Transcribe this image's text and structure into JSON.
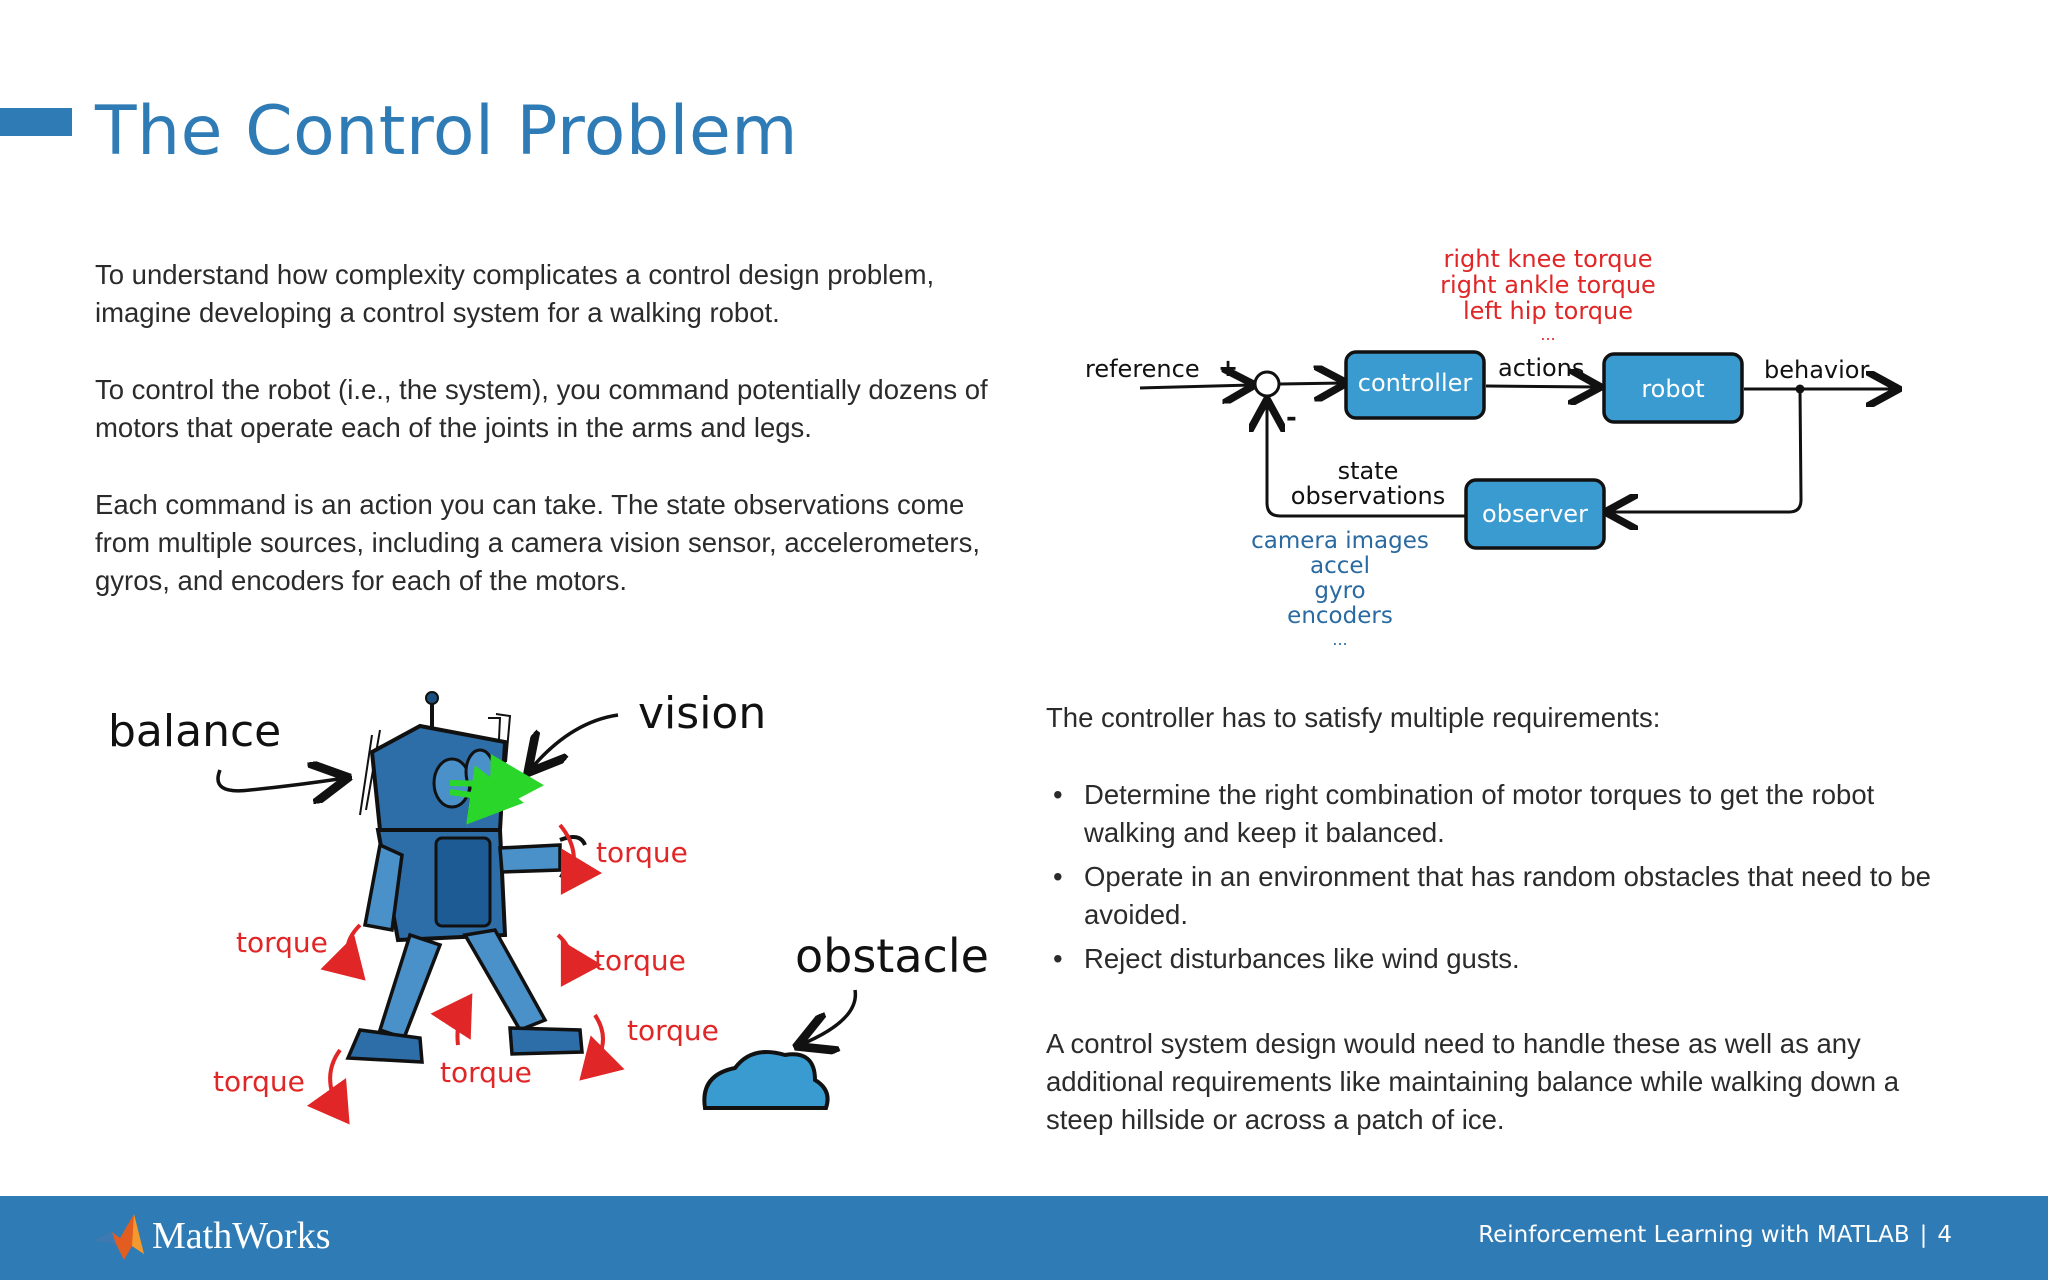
{
  "title": "The Control Problem",
  "paragraphs": [
    "To understand how complexity complicates a control design problem, imagine developing a control system for a walking robot.",
    "To control the robot (i.e., the system), you command potentially dozens of motors that operate each of the joints in the arms and legs.",
    "Each command is an action you can take. The state observations come from multiple sources, including a camera vision sensor, accelerometers, gyros, and encoders for each of the motors."
  ],
  "diagram": {
    "reference": "reference",
    "plus": "+",
    "minus": "-",
    "controller": "controller",
    "actions": "actions",
    "robot": "robot",
    "behavior": "behavior",
    "observer": "observer",
    "state_obs_1": "state",
    "state_obs_2": "observations",
    "torques": [
      "right knee torque",
      "right ankle torque",
      "left hip torque",
      "..."
    ],
    "sensors": [
      "camera images",
      "accel",
      "gyro",
      "encoders",
      "..."
    ]
  },
  "illustration": {
    "balance": "balance",
    "vision": "vision",
    "obstacle": "obstacle",
    "torque": "torque"
  },
  "requirements": {
    "intro": "The controller has to satisfy multiple requirements:",
    "items": [
      "Determine the right combination of motor torques to get the robot walking and keep it balanced.",
      "Operate in an environment that has random obstacles that need to be avoided.",
      "Reject disturbances like wind gusts."
    ],
    "closing": "A control system design would need to handle these as well as any additional requirements like maintaining balance while walking down a steep hillside or across a patch of ice."
  },
  "footer": {
    "brand": "MathWorks",
    "course": "Reinforcement Learning with MATLAB",
    "page": "4"
  },
  "colors": {
    "accent": "#2f7bb5",
    "block": "#3a9bd1",
    "torque_red": "#e02626",
    "sensor_blue": "#2a6aa0"
  }
}
